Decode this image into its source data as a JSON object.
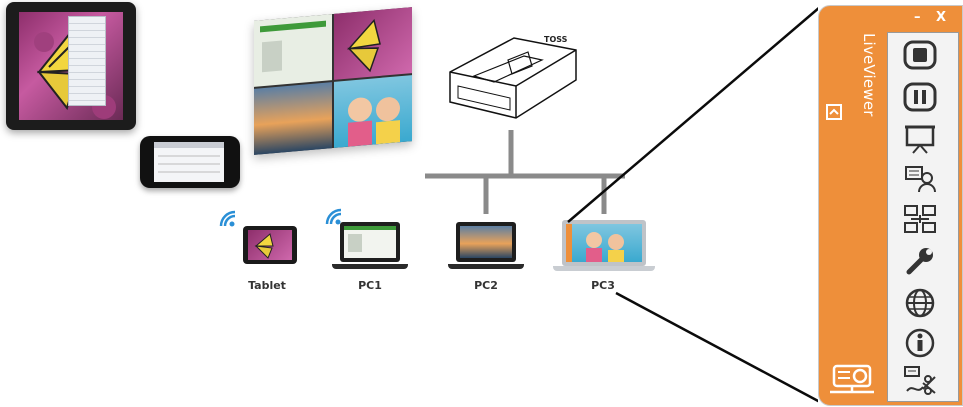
{
  "devices": [
    {
      "label": "Tablet",
      "wifi": true
    },
    {
      "label": "PC1",
      "wifi": true
    },
    {
      "label": "PC2",
      "wifi": false
    },
    {
      "label": "PC3",
      "wifi": false
    }
  ],
  "panel": {
    "title": "LiveViewer",
    "minimize_label": "–",
    "close_label": "X",
    "colors": {
      "accent": "#ee8f3a",
      "toolbar_bg": "#f3f3f3"
    },
    "tools": [
      {
        "icon": "stop-icon"
      },
      {
        "icon": "pause-icon"
      },
      {
        "icon": "presentation-icon"
      },
      {
        "icon": "presenter-mode-icon"
      },
      {
        "icon": "network-icon"
      },
      {
        "icon": "wrench-icon"
      },
      {
        "icon": "globe-icon"
      },
      {
        "icon": "info-icon"
      },
      {
        "icon": "disconnect-icon"
      }
    ],
    "bottom_icon": "projector-icon",
    "expand_icon": "chevron-up-icon"
  }
}
